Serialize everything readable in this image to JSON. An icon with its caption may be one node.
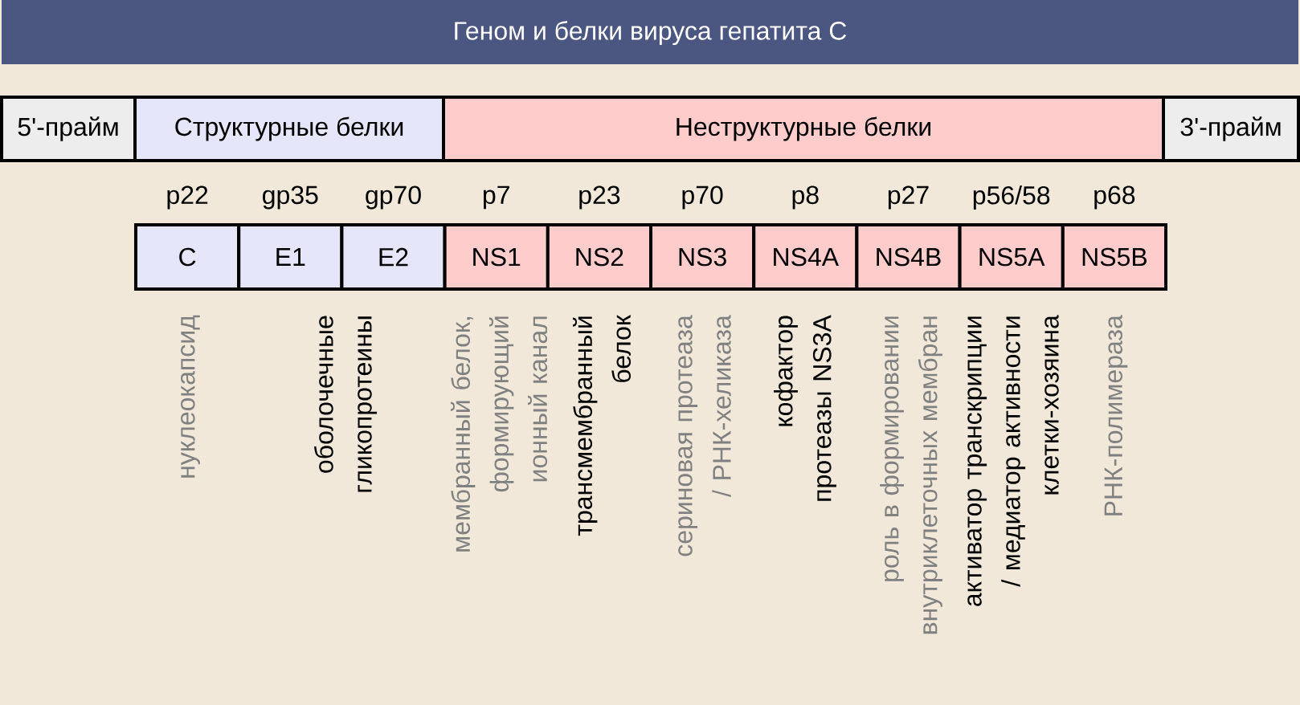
{
  "diagram": {
    "title": "Геном и белки вируса гепатита C",
    "nodes": [
      {
        "text": [
          "5'-прайм"
        ]
      },
      {
        "text": [
          "Структурные белки"
        ]
      },
      {
        "text": [
          "Неструктурные белки"
        ]
      },
      {
        "text": [
          "3'-прайм"
        ]
      },
      {
        "text": [
          "C"
        ],
        "beside": [
          "p22"
        ]
      },
      {
        "text": [
          "E1"
        ],
        "beside": [
          "gp35"
        ]
      },
      {
        "text": [
          "E2"
        ],
        "beside": [
          "gp70"
        ]
      },
      {
        "text": [
          "NS1"
        ],
        "beside": [
          "p7"
        ]
      },
      {
        "text": [
          "NS2"
        ],
        "beside": [
          "p23"
        ]
      },
      {
        "text": [
          "NS3"
        ],
        "beside": [
          "p70"
        ]
      },
      {
        "text": [
          "NS4A"
        ],
        "beside": [
          "p8"
        ]
      },
      {
        "text": [
          "NS4B"
        ],
        "beside": [
          "p27"
        ]
      },
      {
        "text": [
          "NS5A"
        ],
        "beside": [
          "p56/58"
        ]
      },
      {
        "text": [
          "NS5B"
        ],
        "beside": [
          "p68"
        ]
      }
    ],
    "labels": [
      "нуклеокапсид",
      "оболочечные гликопротеины",
      "мембранный белок, формирующий ионный канал",
      "трансмембранный белок",
      "сериновая протеаза / РНК-хеликаза",
      "кофактор протеазы NS3A",
      "роль в формировании внутриклеточных мембран",
      "активатор транскрипции / медиатор активности клетки-хозяина",
      "РНК-полимераза"
    ]
  }
}
